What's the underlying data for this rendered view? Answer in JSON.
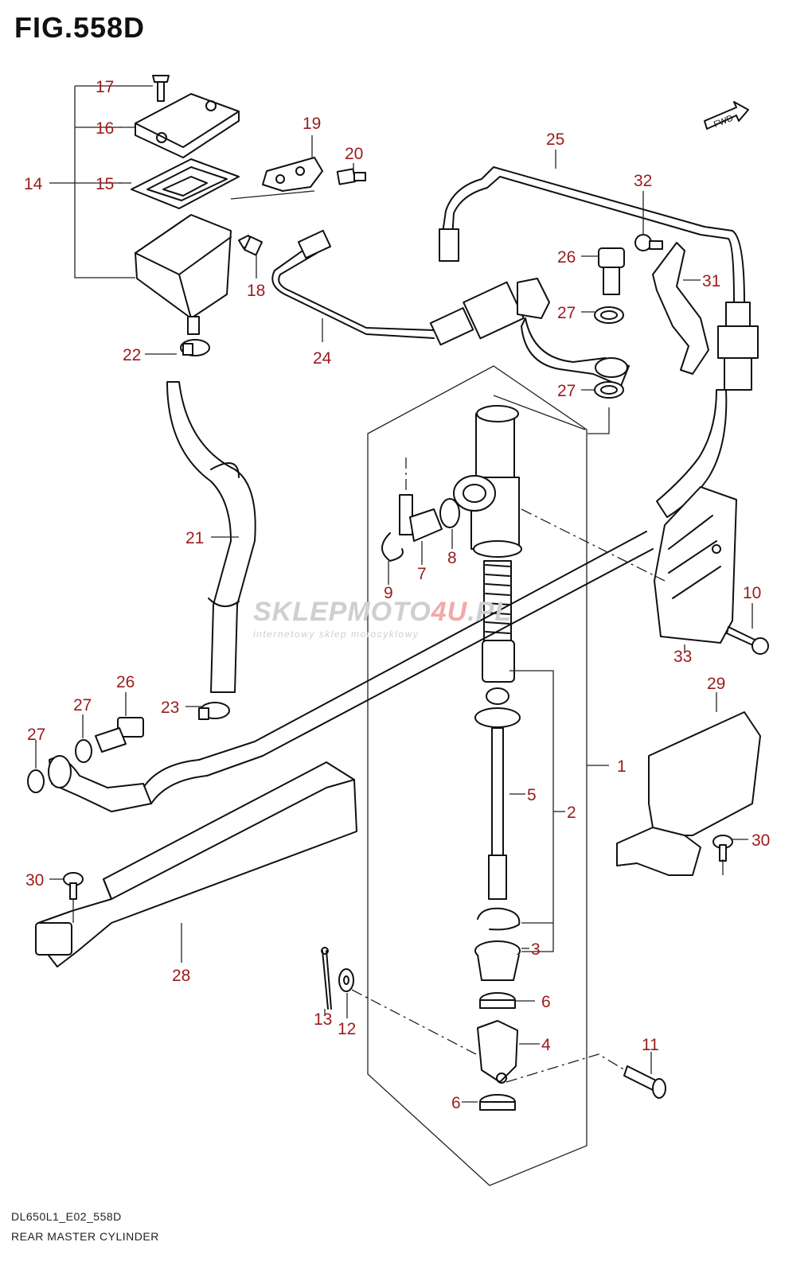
{
  "figure": {
    "title": "FIG.558D",
    "model_code": "DL650L1_E02_558D",
    "caption": "REAR MASTER CYLINDER",
    "fwd_label": "FWD"
  },
  "watermark": {
    "brand_a": "SKLEPMOTO",
    "brand_b": "4U",
    "brand_c": ".PL",
    "tagline": "internetowy sklep motocyklowy"
  },
  "callouts": {
    "c1": "1",
    "c2": "2",
    "c3": "3",
    "c4": "4",
    "c5": "5",
    "c6a": "6",
    "c6b": "6",
    "c7": "7",
    "c8": "8",
    "c9": "9",
    "c10": "10",
    "c11": "11",
    "c12": "12",
    "c13": "13",
    "c14": "14",
    "c15": "15",
    "c16": "16",
    "c17": "17",
    "c18": "18",
    "c19": "19",
    "c20": "20",
    "c21": "21",
    "c22": "22",
    "c23": "23",
    "c24": "24",
    "c25": "25",
    "c26a": "26",
    "c26b": "26",
    "c27a": "27",
    "c27b": "27",
    "c27c": "27",
    "c27d": "27",
    "c28": "28",
    "c29": "29",
    "c30a": "30",
    "c30b": "30",
    "c31": "31",
    "c32": "32",
    "c33": "33"
  },
  "colors": {
    "callout": "#9b1b1b",
    "line": "#111111"
  }
}
